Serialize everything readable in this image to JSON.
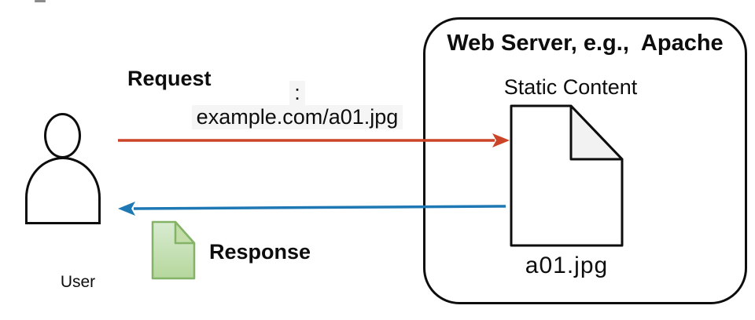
{
  "diagram": {
    "user": {
      "label": "User"
    },
    "request": {
      "label": "Request",
      "url_line1": ":",
      "url_line2": "example.com/a01.jpg"
    },
    "response": {
      "label": "Response"
    },
    "server": {
      "title": "Web Server, e.g.,  Apache",
      "content_title": "Static Content",
      "file_label": "a01.jpg"
    },
    "icons": {
      "user_icon": "person-silhouette",
      "static_document_icon": "document-with-folded-corner",
      "response_document_icon": "green-document-with-folded-corner"
    }
  },
  "colors": {
    "arrow_red": "#cb4428",
    "arrow_blue": "#1e78b4",
    "outline_black": "#0d0d0d",
    "doc_fold_gray": "#f2f2f2",
    "label_bg": "#f5f5f5",
    "green_stroke": "#82b366",
    "green_fill_top": "#d9ebd2",
    "green_fill_bottom": "#b5d79b",
    "green_fold": "#c2dda8"
  }
}
